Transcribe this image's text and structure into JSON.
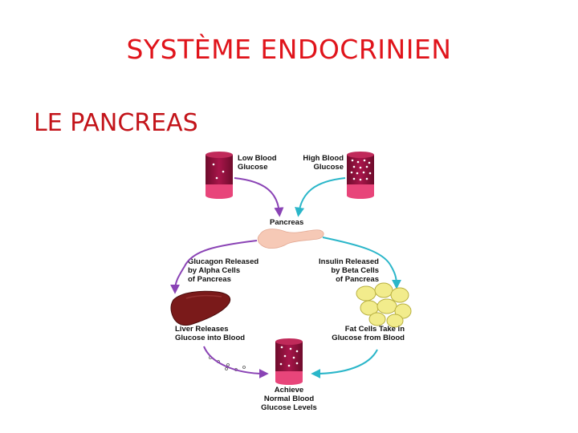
{
  "title": "SYSTÈME ENDOCRINIEN",
  "subtitle": "LE PANCREAS",
  "diagram": {
    "low_blood_glucose": [
      "Low Blood",
      "Glucose"
    ],
    "high_blood_glucose": [
      "High Blood",
      "Glucose"
    ],
    "pancreas": "Pancreas",
    "glucagon": [
      "Glucagon Released",
      "by Alpha Cells",
      "of Pancreas"
    ],
    "insulin": [
      "Insulin Released",
      "by Beta Cells",
      "of Pancreas"
    ],
    "liver": [
      "Liver Releases",
      "Glucose into Blood"
    ],
    "fat_cells": [
      "Fat Cells Take in",
      "Glucose from Blood"
    ],
    "normal": [
      "Achieve",
      "Normal Blood",
      "Glucose Levels"
    ]
  },
  "colors": {
    "title": "#e0141b",
    "blood": "#9b1240",
    "purple_arrow": "#8a43b5",
    "teal_arrow": "#2ab6c9",
    "pancreas": "#f6c9b6",
    "liver": "#7a1a1a",
    "fat": "#f2ec8c"
  }
}
